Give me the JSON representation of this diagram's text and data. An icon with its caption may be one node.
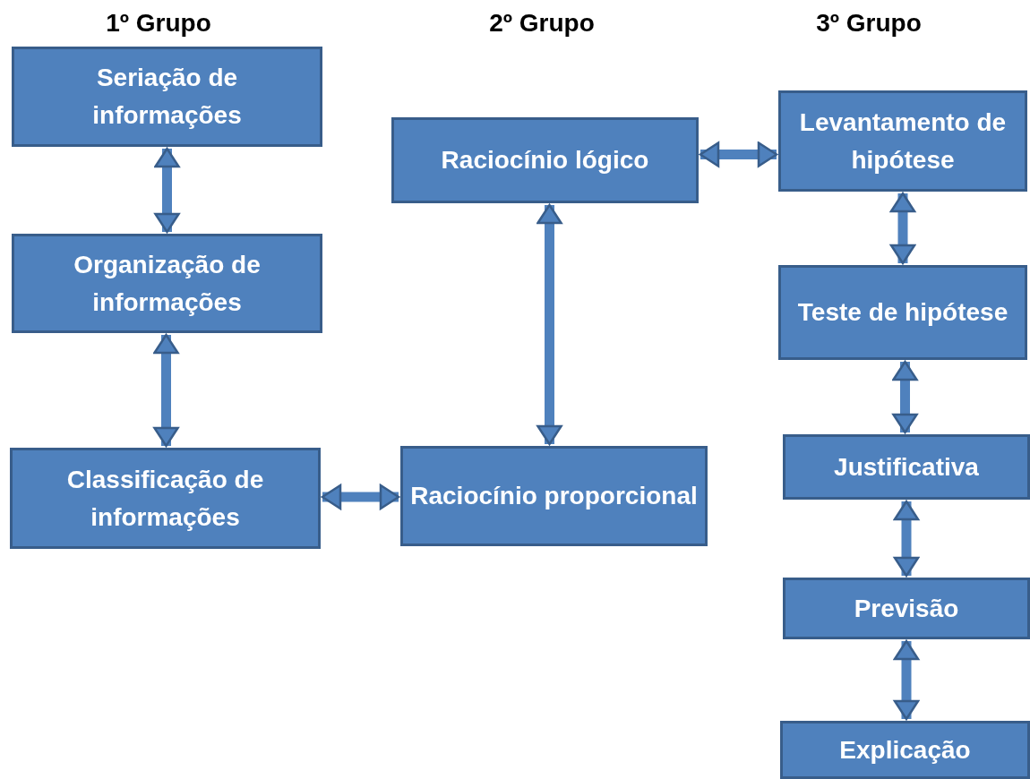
{
  "diagram": {
    "nodes": [
      {
        "text": [
          "Seriação de informações"
        ]
      },
      {
        "text": [
          "Organização de informações"
        ]
      },
      {
        "text": [
          "Classificação de informações"
        ]
      },
      {
        "text": [
          "Raciocínio lógico"
        ]
      },
      {
        "text": [
          "Raciocínio proporcional"
        ]
      },
      {
        "text": [
          "Levantamento de hipótese"
        ]
      },
      {
        "text": [
          "Teste de hipótese"
        ]
      },
      {
        "text": [
          "Justificativa"
        ]
      },
      {
        "text": [
          "Previsão"
        ]
      },
      {
        "text": [
          "Explicação"
        ]
      }
    ],
    "edges": [
      {
        "from": 0,
        "to": 1,
        "arrow": "both"
      },
      {
        "from": 1,
        "to": 2,
        "arrow": "both"
      },
      {
        "from": 2,
        "to": 4,
        "arrow": "both"
      },
      {
        "from": 3,
        "to": 5,
        "arrow": "both"
      },
      {
        "from": 3,
        "to": 4,
        "arrow": "both"
      },
      {
        "from": 5,
        "to": 6,
        "arrow": "both"
      },
      {
        "from": 6,
        "to": 7,
        "arrow": "both"
      },
      {
        "from": 7,
        "to": 8,
        "arrow": "both"
      },
      {
        "from": 8,
        "to": 9,
        "arrow": "both"
      }
    ],
    "labels": [
      "1º Grupo",
      "2º Grupo",
      "3º Grupo"
    ]
  }
}
